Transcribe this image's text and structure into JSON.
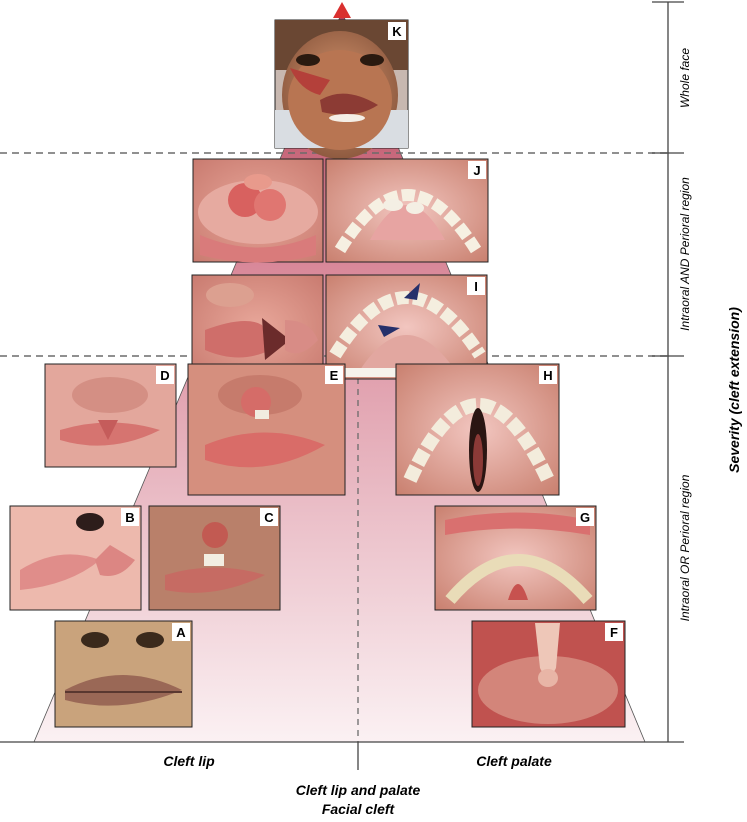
{
  "photos": [
    {
      "id": "K",
      "label": "K"
    },
    {
      "id": "J",
      "label": "J"
    },
    {
      "id": "I",
      "label": "I"
    },
    {
      "id": "D",
      "label": "D"
    },
    {
      "id": "E",
      "label": "E"
    },
    {
      "id": "H",
      "label": "H"
    },
    {
      "id": "B",
      "label": "B"
    },
    {
      "id": "C",
      "label": "C"
    },
    {
      "id": "G",
      "label": "G"
    },
    {
      "id": "A",
      "label": "A"
    },
    {
      "id": "F",
      "label": "F"
    }
  ],
  "categories": {
    "cleft_lip": "Cleft lip",
    "cleft_palate": "Cleft palate",
    "cleft_lip_palate": "Cleft lip and palate",
    "facial_cleft": "Facial cleft"
  },
  "regions": {
    "whole_face": "Whole face",
    "intraoral_and": "Intraoral  AND  Perioral  region",
    "intraoral_or": "Intraoral  OR  Perioral  region"
  },
  "axis": {
    "title": "Severity (cleft extension)"
  },
  "colors": {
    "pyramid_top": "#b5475a",
    "pyramid_bottom": "#f6e8ea",
    "apex_triangle": "#d9302f",
    "arrowhead": "#25306b",
    "dash_line": "#6b6b6b"
  }
}
